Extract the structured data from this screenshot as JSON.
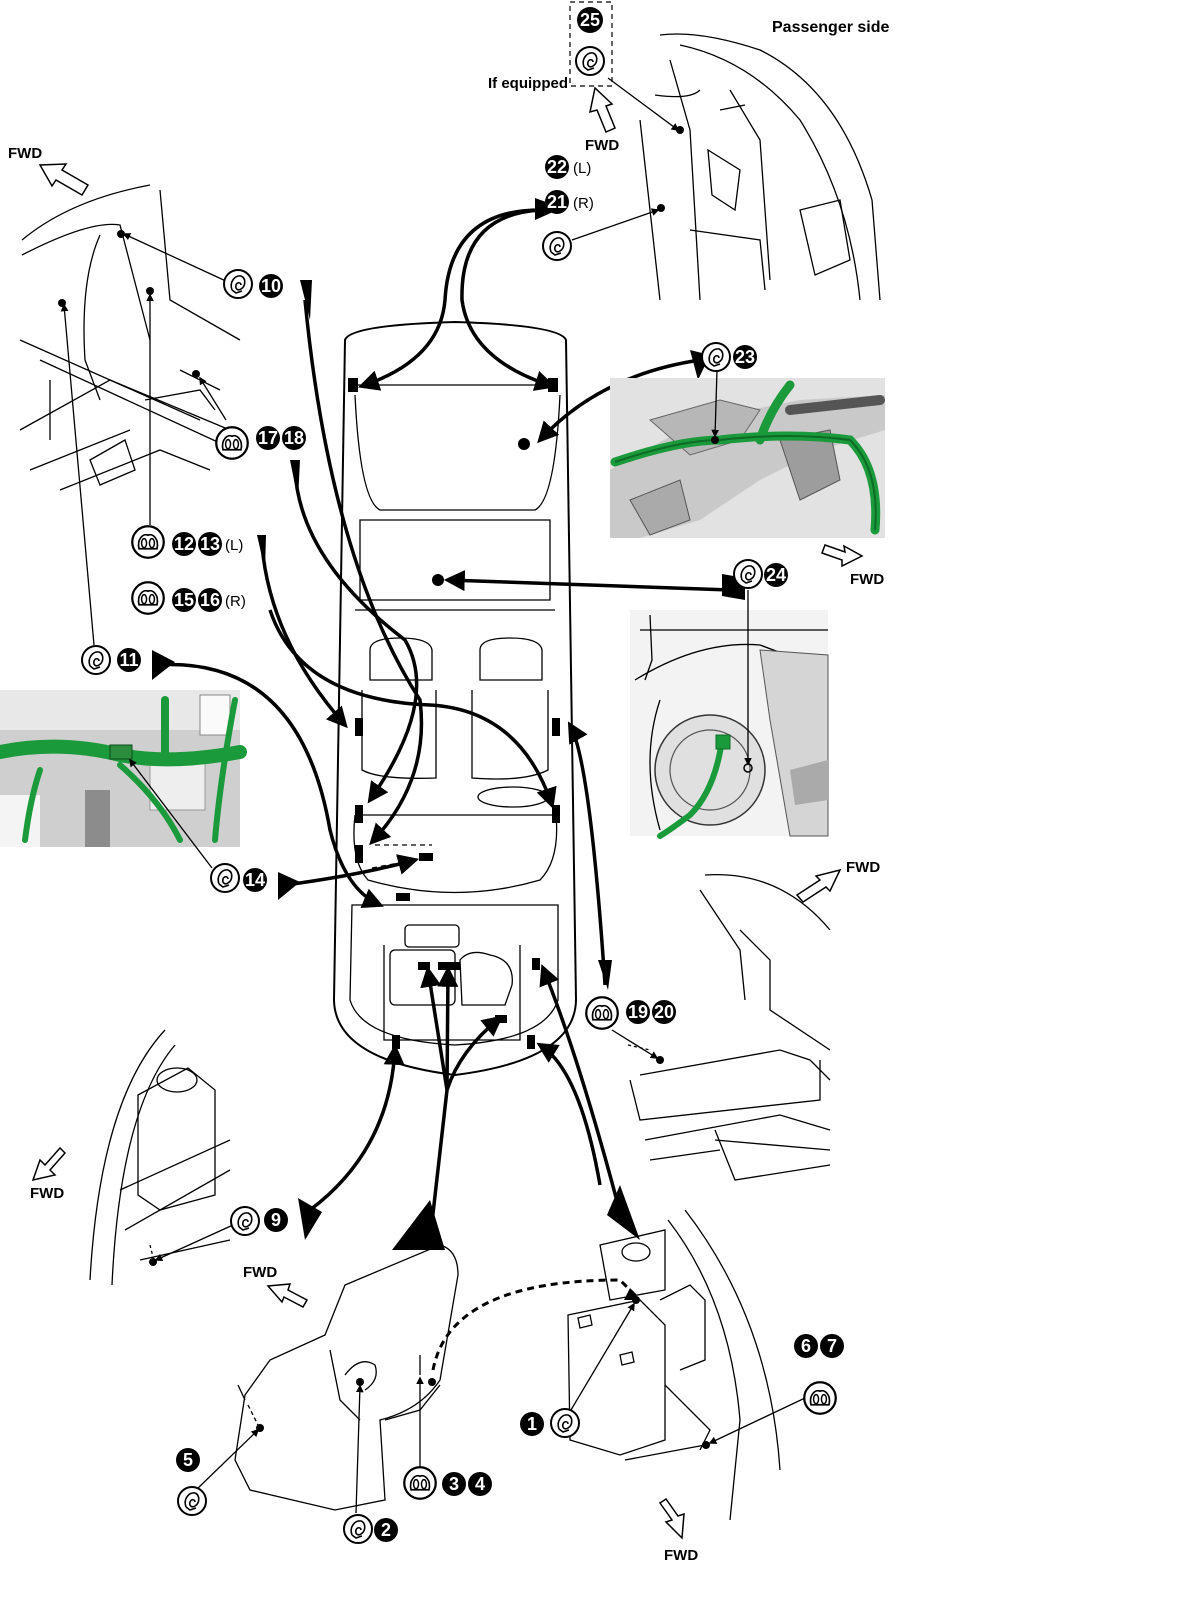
{
  "labels": {
    "passenger_side": "Passenger side",
    "if_equipped": "If equipped",
    "fwd": "FWD",
    "left": "(L)",
    "right": "(R)"
  },
  "callouts": {
    "n1": "1",
    "n2": "2",
    "n3": "3",
    "n4": "4",
    "n5": "5",
    "n6": "6",
    "n7": "7",
    "n9": "9",
    "n10": "10",
    "n11": "11",
    "n12": "12",
    "n13": "13",
    "n14": "14",
    "n15": "15",
    "n16": "16",
    "n17": "17",
    "n18": "18",
    "n19": "19",
    "n20": "20",
    "n21": "21",
    "n22": "22",
    "n23": "23",
    "n24": "24",
    "n25": "25"
  },
  "colors": {
    "line": "#000000",
    "harness": "#1a9a3a",
    "photo_bg": "#d8d8d8"
  },
  "icons": {
    "clip": "wire-clip-icon",
    "fwd_arrow": "forward-arrow-icon"
  }
}
